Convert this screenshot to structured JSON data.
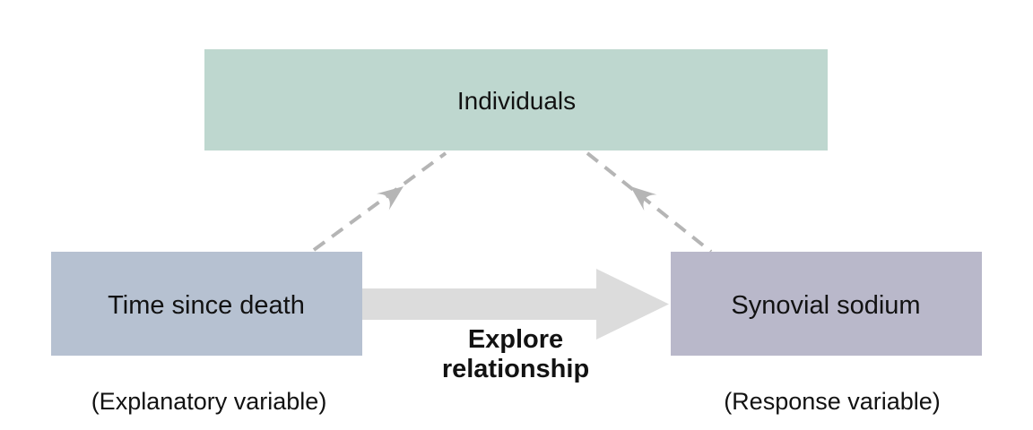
{
  "diagram": {
    "background": "#ffffff",
    "text_color": "#121212",
    "nodes": {
      "individuals": {
        "label": "Individuals",
        "fill": "#bed7cf"
      },
      "explanatory": {
        "label": "Time since death",
        "caption": "(Explanatory variable)",
        "fill": "#b6c1d1"
      },
      "response": {
        "label": "Synovial sodium",
        "caption": "(Response variable)",
        "fill": "#b9b8ca"
      }
    },
    "relationship_arrow": {
      "label_line1": "Explore",
      "label_line2": "relationship",
      "fill": "#dcdcdc"
    },
    "dashed_links": {
      "color": "#b5b5b5"
    }
  }
}
